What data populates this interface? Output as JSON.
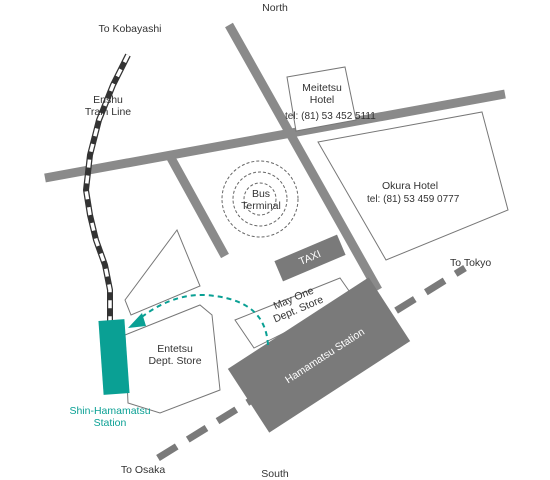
{
  "compass": {
    "north": "North",
    "south": "South"
  },
  "directions": {
    "kobayashi": "To Kobayashi",
    "tokyo": "To Tokyo",
    "osaka": "To Osaka"
  },
  "rail_line": {
    "name": "Enshu\nTrain Line"
  },
  "places": {
    "meitetsu_hotel": {
      "name": "Meitetsu\nHotel",
      "tel": "tel: (81) 53 452 5111"
    },
    "okura_hotel": {
      "name": "Okura Hotel",
      "tel": "tel: (81) 53 459 0777"
    },
    "bus_terminal": {
      "name": "Bus\nTerminal"
    },
    "taxi": {
      "name": "TAXI"
    },
    "may_one": {
      "name": "May One\nDept. Store"
    },
    "entetsu": {
      "name": "Entetsu\nDept. Store"
    },
    "hamamatsu_station": {
      "name": "Hamamatsu Station"
    },
    "shin_hamamatsu_station": {
      "name": "Shin-Hamamatsu\nStation"
    }
  },
  "colors": {
    "road": "#8a8a8a",
    "building_outline": "#777777",
    "station_fill": "#7a7a7a",
    "accent_teal": "#0aa094",
    "rail_dark": "#333333"
  },
  "icons": {
    "route_arrow": "dashed-arrow-icon",
    "bus_terminal": "concentric-circles-icon"
  }
}
